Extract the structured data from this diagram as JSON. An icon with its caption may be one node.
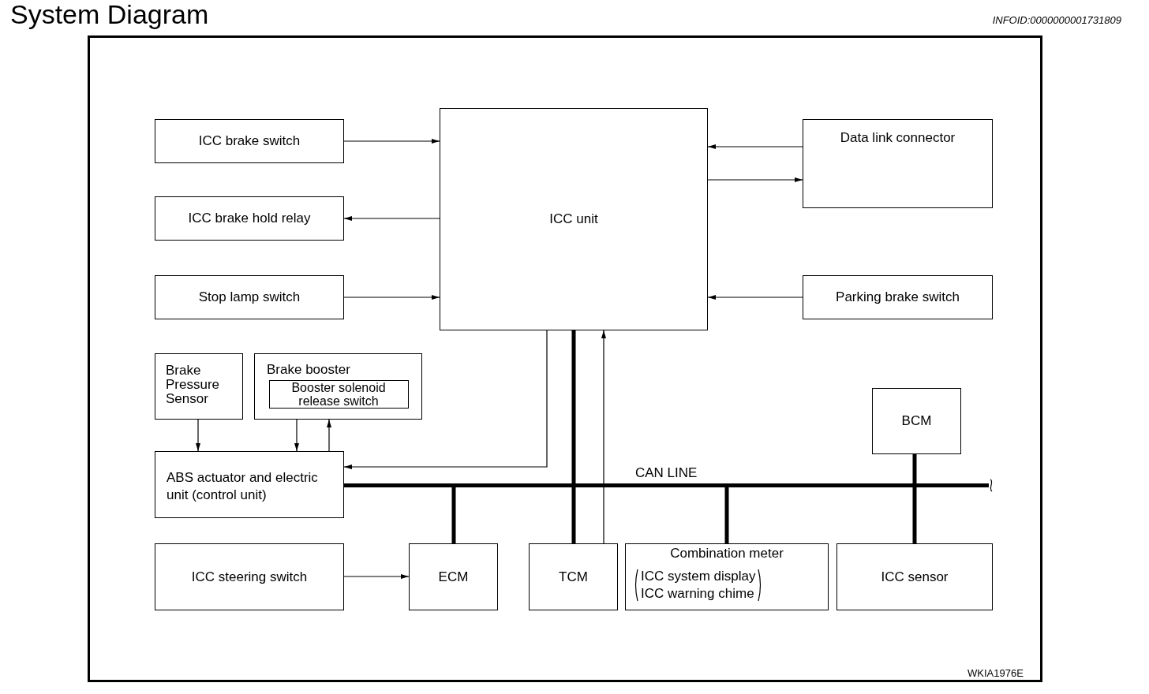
{
  "diagram": {
    "title": "System Diagram",
    "nodes": [
      {
        "text": [
          "ICC brake switch"
        ]
      },
      {
        "text": [
          "ICC unit"
        ]
      },
      {
        "text": [
          "Data link connector"
        ]
      },
      {
        "text": [
          "ICC brake hold relay"
        ]
      },
      {
        "text": [
          "Stop lamp switch"
        ]
      },
      {
        "text": [
          "Parking brake switch"
        ]
      },
      {
        "text": [
          "Brake Pressure Sensor"
        ]
      },
      {
        "text": [
          "Brake booster"
        ]
      },
      {
        "text": [
          "Booster solenoid release switch"
        ],
        "in": 7
      },
      {
        "text": [
          "BCM"
        ]
      },
      {
        "text": [
          "ABS actuator and electric unit (control unit)"
        ]
      },
      {
        "text": [
          "CAN LINE"
        ]
      },
      {
        "text": [
          "ICC steering switch"
        ]
      },
      {
        "text": [
          "ECM"
        ]
      },
      {
        "text": [
          "TCM"
        ]
      },
      {
        "text": [
          "Combination meter",
          "ICC system display",
          "ICC warning chime"
        ]
      },
      {
        "text": [
          "ICC sensor"
        ]
      }
    ],
    "edges": [
      {
        "from": 0,
        "to": 1,
        "arrow": "to"
      },
      {
        "from": 1,
        "to": 3,
        "arrow": "to"
      },
      {
        "from": 4,
        "to": 1,
        "arrow": "to"
      },
      {
        "from": 2,
        "to": 1,
        "arrow": "to"
      },
      {
        "from": 1,
        "to": 2,
        "arrow": "to"
      },
      {
        "from": 5,
        "to": 1,
        "arrow": "to"
      },
      {
        "from": 6,
        "to": 10,
        "arrow": "to"
      },
      {
        "from": 7,
        "to": 10,
        "arrow": "to"
      },
      {
        "from": 10,
        "to": 7,
        "arrow": "to"
      },
      {
        "from": 1,
        "to": 10,
        "arrow": "to"
      },
      {
        "from": 14,
        "to": 1,
        "arrow": "to"
      },
      {
        "from": 12,
        "to": 13,
        "arrow": "to"
      },
      {
        "from": 1,
        "to": 11,
        "arrow": "none",
        "style": "thick"
      },
      {
        "from": 11,
        "to": 14,
        "arrow": "none",
        "style": "thick"
      },
      {
        "from": 10,
        "to": 11,
        "arrow": "none",
        "style": "thick"
      },
      {
        "from": 11,
        "to": 13,
        "arrow": "none",
        "style": "thick"
      },
      {
        "from": 11,
        "to": 15,
        "arrow": "none",
        "style": "thick"
      },
      {
        "from": 9,
        "to": 11,
        "arrow": "none",
        "style": "thick"
      },
      {
        "from": 11,
        "to": 16,
        "arrow": "none",
        "style": "thick"
      }
    ],
    "labels": [
      "INFOID:0000000001731809",
      "WKIA1976E"
    ]
  }
}
